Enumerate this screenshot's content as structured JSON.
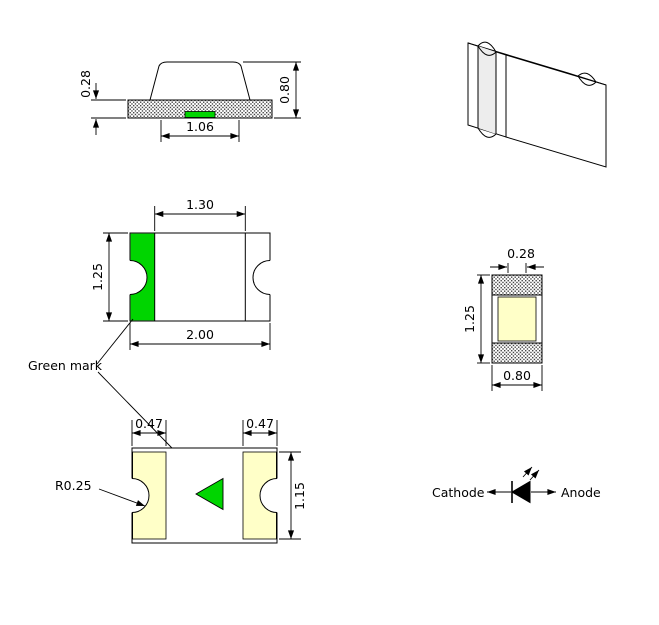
{
  "title": "Chip LED package outline drawing",
  "colors": {
    "green": "#00d500",
    "pad": "#ffffc8",
    "purple": "#993399",
    "line": "#000000"
  },
  "side_view": {
    "dim_thickness": "0.28",
    "dim_height": "0.80",
    "dim_base": "1.06"
  },
  "top_view": {
    "dim_inner": "1.30",
    "dim_width": "1.25",
    "dim_length": "2.00",
    "green_mark": "Green mark"
  },
  "end_view": {
    "dim_notch": "0.28",
    "dim_height": "1.25",
    "dim_width": "0.80"
  },
  "bottom_view": {
    "dim_pad_left": "0.47",
    "dim_pad_right": "0.47",
    "dim_radius": "R0.25",
    "dim_pad_length": "1.15"
  },
  "symbol": {
    "cathode": "Cathode",
    "anode": "Anode"
  }
}
